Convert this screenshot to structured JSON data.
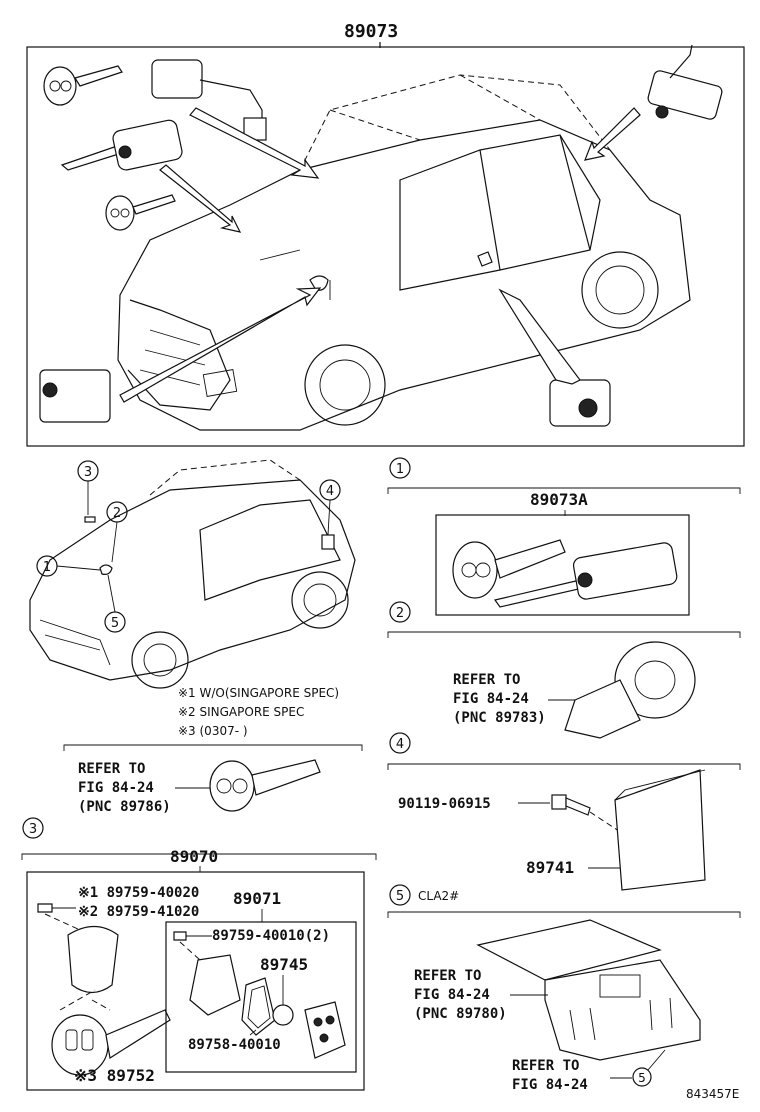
{
  "top": {
    "part": "89073"
  },
  "locator": {
    "markers": [
      "1",
      "2",
      "3",
      "4",
      "5"
    ],
    "notes": [
      "※1 W/O(SINGAPORE SPEC)",
      "※2 SINGAPORE SPEC",
      "※3 (0307-        )"
    ],
    "refer_key": [
      "REFER TO",
      "FIG 84-24",
      "(PNC 89786)"
    ]
  },
  "sec1": {
    "marker": "1",
    "part": "89073A"
  },
  "sec2": {
    "marker": "2",
    "refer": [
      "REFER TO",
      "FIG 84-24",
      "(PNC 89783)"
    ]
  },
  "sec4": {
    "marker": "4",
    "bolt": "90119-06915",
    "module": "89741"
  },
  "sec5": {
    "marker": "5",
    "code": "CLA2#",
    "refer1": [
      "REFER TO",
      "FIG 84-24",
      "(PNC 89780)"
    ],
    "refer2": [
      "REFER TO",
      "FIG 84-24"
    ],
    "ref_marker": "5"
  },
  "sec3": {
    "marker": "3",
    "part": "89070",
    "screw1": "※1 89759-40020",
    "screw2": "※2 89759-41020",
    "subassy": "89071",
    "subscrew": "89759-40010(2)",
    "battery": "89745",
    "case": "89758-40010",
    "key": "※3 89752"
  },
  "footer": {
    "code": "843457E"
  }
}
